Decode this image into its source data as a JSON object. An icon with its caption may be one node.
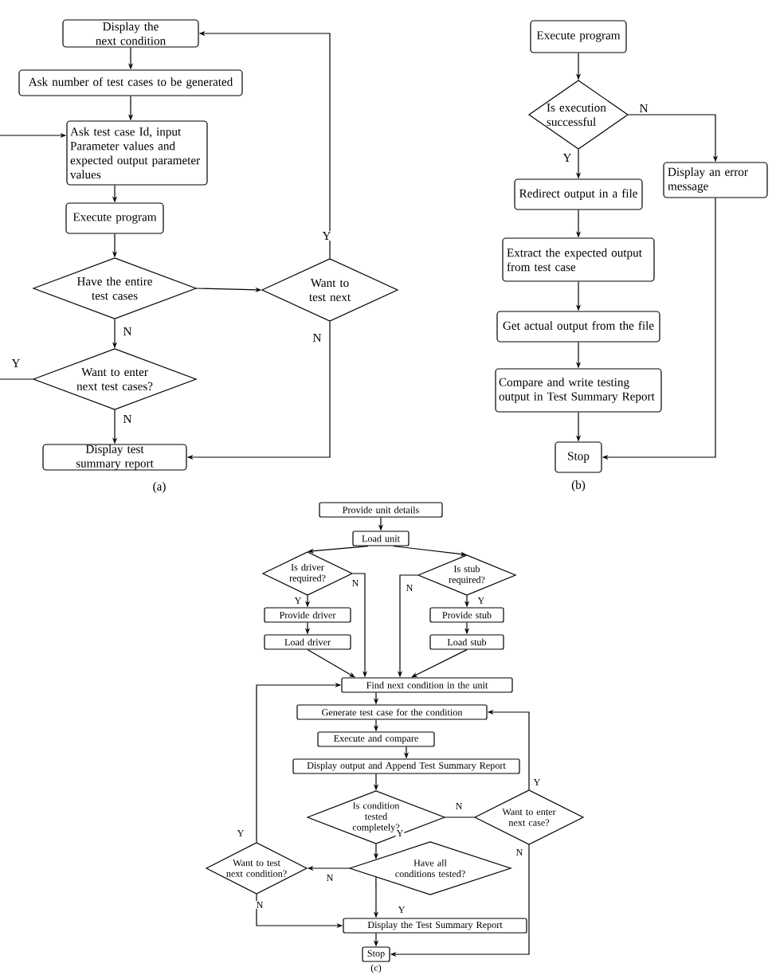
{
  "diagram": {
    "nodes": [
      {
        "text": [
          "Display the next condition"
        ]
      },
      {
        "text": [
          "Ask number of test cases to be generated"
        ]
      },
      {
        "text": [
          "Ask test case Id, input Parameter values and expected output parameter values"
        ]
      },
      {
        "text": [
          "Execute program"
        ]
      },
      {
        "text": [
          "Have the entire test cases"
        ]
      },
      {
        "text": [
          "Want to test next"
        ]
      },
      {
        "text": [
          "Want to enter next test cases?"
        ]
      },
      {
        "text": [
          "Display test summary report"
        ]
      },
      {
        "text": [
          "Execute program"
        ]
      },
      {
        "text": [
          "Is execution successful"
        ]
      },
      {
        "text": [
          "Display an error message"
        ]
      },
      {
        "text": [
          "Redirect output in a file"
        ]
      },
      {
        "text": [
          "Extract the expected output from test case"
        ]
      },
      {
        "text": [
          "Get actual output from the file"
        ]
      },
      {
        "text": [
          "Compare and write testing output in Test Summary Report"
        ]
      },
      {
        "text": [
          "Stop"
        ]
      },
      {
        "text": [
          "Provide unit details"
        ]
      },
      {
        "text": [
          "Load unit"
        ]
      },
      {
        "text": [
          "Is driver required?"
        ]
      },
      {
        "text": [
          "Is stub required?"
        ]
      },
      {
        "text": [
          "Provide driver"
        ]
      },
      {
        "text": [
          "Provide stub"
        ]
      },
      {
        "text": [
          "Load driver"
        ]
      },
      {
        "text": [
          "Load stub"
        ]
      },
      {
        "text": [
          "Find next condition in the unit"
        ]
      },
      {
        "text": [
          "Generate test case for the condition"
        ]
      },
      {
        "text": [
          "Execute and compare"
        ]
      },
      {
        "text": [
          "Display output and Append Test Summary Report"
        ]
      },
      {
        "text": [
          "Is condition tested completely?"
        ]
      },
      {
        "text": [
          "Want to enter next case?"
        ]
      },
      {
        "text": [
          "Have all conditions tested?"
        ]
      },
      {
        "text": [
          "Want to test next condition?"
        ]
      },
      {
        "text": [
          "Display the Test Summary Report"
        ]
      },
      {
        "text": [
          "Stop"
        ]
      }
    ],
    "edges": [
      {
        "from": 0,
        "to": 1,
        "arrow": "to"
      },
      {
        "from": 1,
        "to": 2,
        "arrow": "to"
      },
      {
        "from": 2,
        "to": 3,
        "arrow": "to"
      },
      {
        "from": 3,
        "to": 4,
        "arrow": "to"
      },
      {
        "from": 4,
        "to": 5,
        "arrow": "to"
      },
      {
        "from": 4,
        "to": 6,
        "arrow": "to",
        "label": "N"
      },
      {
        "from": 6,
        "to": 2,
        "arrow": "to",
        "label": "Y"
      },
      {
        "from": 6,
        "to": 7,
        "arrow": "to",
        "label": "N"
      },
      {
        "from": 5,
        "to": 0,
        "arrow": "to",
        "label": "Y"
      },
      {
        "from": 5,
        "to": 7,
        "arrow": "to",
        "label": "N"
      },
      {
        "from": 8,
        "to": 9,
        "arrow": "to"
      },
      {
        "from": 9,
        "to": 11,
        "arrow": "to",
        "label": "Y"
      },
      {
        "from": 9,
        "to": 10,
        "arrow": "to",
        "label": "N"
      },
      {
        "from": 11,
        "to": 12,
        "arrow": "to"
      },
      {
        "from": 12,
        "to": 13,
        "arrow": "to"
      },
      {
        "from": 13,
        "to": 14,
        "arrow": "to"
      },
      {
        "from": 14,
        "to": 15,
        "arrow": "to"
      },
      {
        "from": 10,
        "to": 15,
        "arrow": "to"
      },
      {
        "from": 16,
        "to": 17,
        "arrow": "to"
      },
      {
        "from": 17,
        "to": 18,
        "arrow": "to"
      },
      {
        "from": 17,
        "to": 19,
        "arrow": "to"
      },
      {
        "from": 18,
        "to": 20,
        "arrow": "to",
        "label": "Y"
      },
      {
        "from": 18,
        "to": 24,
        "arrow": "to",
        "label": "N"
      },
      {
        "from": 19,
        "to": 21,
        "arrow": "to",
        "label": "Y"
      },
      {
        "from": 19,
        "to": 24,
        "arrow": "to",
        "label": "N"
      },
      {
        "from": 20,
        "to": 22,
        "arrow": "to"
      },
      {
        "from": 21,
        "to": 23,
        "arrow": "to"
      },
      {
        "from": 22,
        "to": 24,
        "arrow": "to"
      },
      {
        "from": 23,
        "to": 24,
        "arrow": "to"
      },
      {
        "from": 24,
        "to": 25,
        "arrow": "to"
      },
      {
        "from": 25,
        "to": 26,
        "arrow": "to"
      },
      {
        "from": 26,
        "to": 27,
        "arrow": "to"
      },
      {
        "from": 27,
        "to": 28,
        "arrow": "to"
      },
      {
        "from": 28,
        "to": 29,
        "arrow": "none",
        "label": "N"
      },
      {
        "from": 28,
        "to": 30,
        "arrow": "to",
        "label": "Y"
      },
      {
        "from": 29,
        "to": 25,
        "arrow": "to",
        "label": "Y"
      },
      {
        "from": 29,
        "to": 33,
        "arrow": "to",
        "label": "N"
      },
      {
        "from": 30,
        "to": 31,
        "arrow": "to",
        "label": "N"
      },
      {
        "from": 30,
        "to": 32,
        "arrow": "to",
        "label": "Y"
      },
      {
        "from": 31,
        "to": 24,
        "arrow": "to",
        "label": "Y"
      },
      {
        "from": 31,
        "to": 32,
        "arrow": "to",
        "label": "N"
      },
      {
        "from": 32,
        "to": 33,
        "arrow": "to"
      }
    ],
    "labels": [
      "(a)",
      "(b)",
      "(c)"
    ]
  }
}
